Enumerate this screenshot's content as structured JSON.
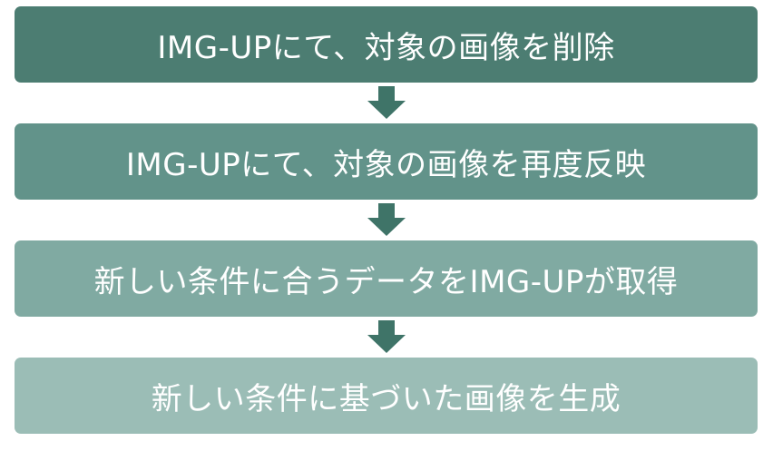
{
  "steps": [
    {
      "label": "IMG-UPにて、対象の画像を削除"
    },
    {
      "label": "IMG-UPにて、対象の画像を再度反映"
    },
    {
      "label": "新しい条件に合うデータをIMG-UPが取得"
    },
    {
      "label": "新しい条件に基づいた画像を生成"
    }
  ],
  "colors": {
    "step_1": "#4c7d72",
    "step_2": "#62938a",
    "step_3": "#80aaa2",
    "step_4": "#9bbdb6",
    "arrow": "#3f7468",
    "text": "#ffffff"
  },
  "icons": {
    "connector": "down-arrow-icon"
  }
}
